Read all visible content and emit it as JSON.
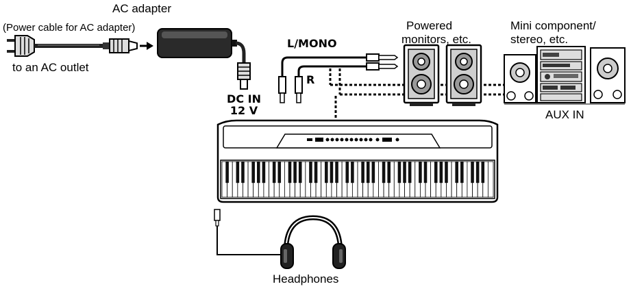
{
  "labels": {
    "ac_adapter": "AC adapter",
    "power_cable": "(Power cable for AC adapter)",
    "ac_outlet": "to an AC outlet",
    "dc_in_line1": "DC IN",
    "dc_in_line2": "12 V",
    "l_mono": "L/MONO",
    "r": "R",
    "powered_monitors_line1": "Powered",
    "powered_monitors_line2": "monitors, etc.",
    "mini_component_line1": "Mini component/",
    "mini_component_line2": "stereo, etc.",
    "aux_in": "AUX IN",
    "headphones": "Headphones"
  },
  "colors": {
    "line": "#000000",
    "fill_dark": "#222222",
    "fill_mid": "#777777",
    "fill_light": "#e6e6e6",
    "background": "#ffffff"
  },
  "icons": {
    "plug": "power-plug-icon",
    "adapter": "ac-adapter-icon",
    "jack": "phone-jack-icon",
    "speaker": "speaker-icon",
    "stereo": "mini-stereo-icon",
    "piano": "digital-piano-icon",
    "headphones": "headphones-icon"
  }
}
